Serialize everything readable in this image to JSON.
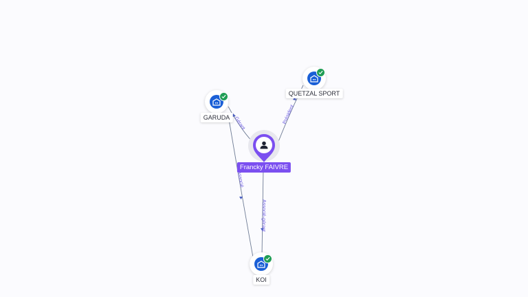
{
  "graph": {
    "person": {
      "name": "Francky FAIVRE",
      "icon": "person-icon",
      "color": "#7b4ff0"
    },
    "companies": [
      {
        "id": "garuda",
        "name": "GARUDA",
        "icon": "building-icon",
        "status": "verified-check-icon"
      },
      {
        "id": "quetzal",
        "name": "QUETZAL SPORT",
        "icon": "building-icon",
        "status": "verified-check-icon"
      },
      {
        "id": "koi",
        "name": "KOI",
        "icon": "building-icon",
        "status": "verified-check-icon"
      }
    ],
    "relations": [
      {
        "from": "Francky FAIVRE",
        "to": "GARUDA",
        "label": "Gérant"
      },
      {
        "from": "Francky FAIVRE",
        "to": "QUETZAL SPORT",
        "label": "Président"
      },
      {
        "from": "Francky FAIVRE",
        "to": "KOI",
        "label": "Associé-gérant"
      },
      {
        "from": "GARUDA",
        "to": "KOI",
        "label": "Associé"
      }
    ],
    "colors": {
      "company": "#1a5fd6",
      "verified": "#1f9d55",
      "edge": "#6f7c95",
      "edge_label": "#6a5ae0"
    }
  }
}
